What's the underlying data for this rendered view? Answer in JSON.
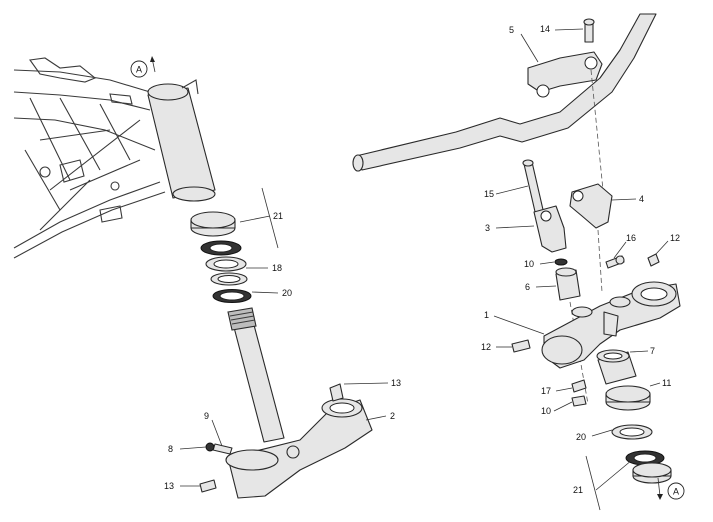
{
  "callouts": {
    "a_frame": "A",
    "a_bottom": "A",
    "n21_left": "21",
    "n18_left": "18",
    "n20_left": "20",
    "n13_top": "13",
    "n2": "2",
    "n9": "9",
    "n8": "8",
    "n13_bottom": "13",
    "n14": "14",
    "n5": "5",
    "n15": "15",
    "n4": "4",
    "n3": "3",
    "n16": "16",
    "n12_top": "12",
    "n10_top": "10",
    "n6": "6",
    "n1": "1",
    "n12_left": "12",
    "n7": "7",
    "n17": "17",
    "n10_bottom": "10",
    "n11": "11",
    "n20_right": "20",
    "n21_right": "21"
  },
  "colors": {
    "line": "#2a2a2a",
    "part_fill": "#e6e6e6",
    "background": "#ffffff"
  }
}
